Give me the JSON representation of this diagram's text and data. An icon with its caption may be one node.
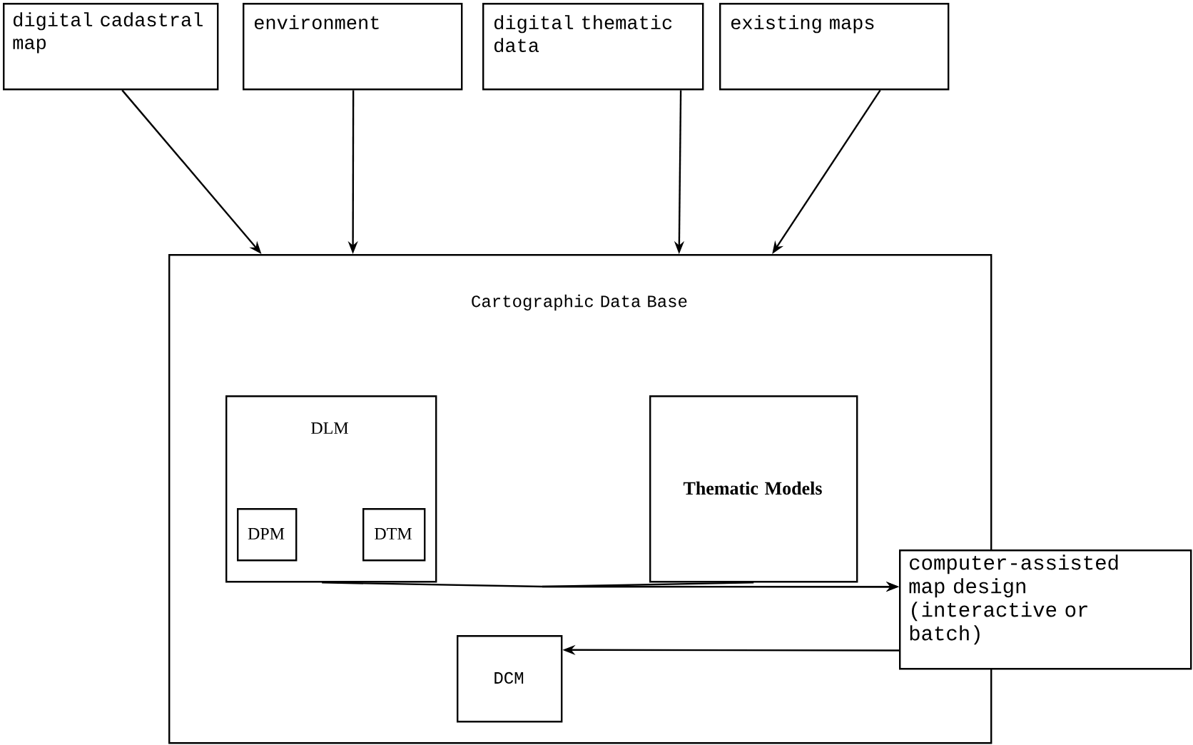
{
  "diagram": {
    "nodes": [
      {
        "text": [
          "digital cadastral map"
        ]
      },
      {
        "text": [
          "environment"
        ]
      },
      {
        "text": [
          "digital thematic data"
        ]
      },
      {
        "text": [
          "existing maps"
        ]
      },
      {
        "text": [
          "Cartographic Data Base"
        ]
      },
      {
        "text": [
          "DLM"
        ],
        "in": 4
      },
      {
        "text": [
          "DPM"
        ],
        "in": 5
      },
      {
        "text": [
          "DTM"
        ],
        "in": 5
      },
      {
        "text": [
          "Thematic Models"
        ],
        "in": 4
      },
      {
        "text": [
          "computer-assisted map design (interactive or batch)"
        ]
      },
      {
        "text": [
          "DCM"
        ],
        "in": 4
      }
    ],
    "edges": [
      {
        "from": 0,
        "to": 4,
        "arrow": "to"
      },
      {
        "from": 1,
        "to": 4,
        "arrow": "to"
      },
      {
        "from": 2,
        "to": 4,
        "arrow": "to"
      },
      {
        "from": 3,
        "to": 4,
        "arrow": "to"
      },
      {
        "from": 5,
        "to": 9,
        "arrow": "to"
      },
      {
        "from": 8,
        "to": 9,
        "arrow": "to"
      },
      {
        "from": 9,
        "to": 10,
        "arrow": "to"
      }
    ]
  }
}
